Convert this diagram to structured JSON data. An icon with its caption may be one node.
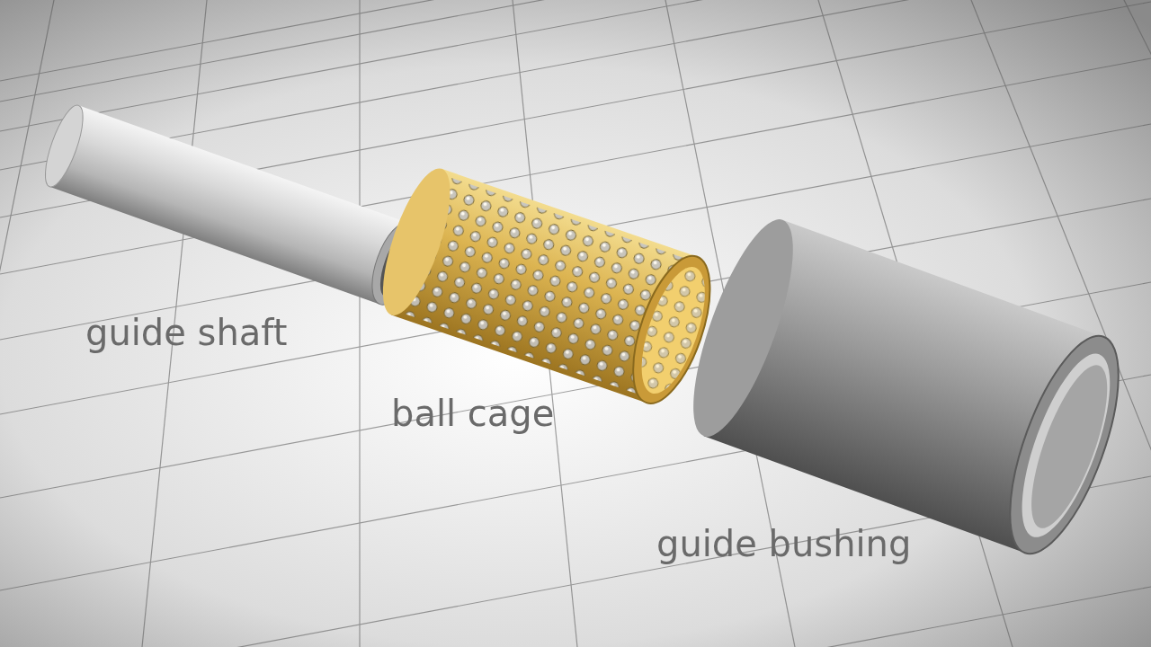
{
  "diagram": {
    "labels": [
      "guide shaft",
      "ball cage",
      "guide bushing"
    ]
  }
}
